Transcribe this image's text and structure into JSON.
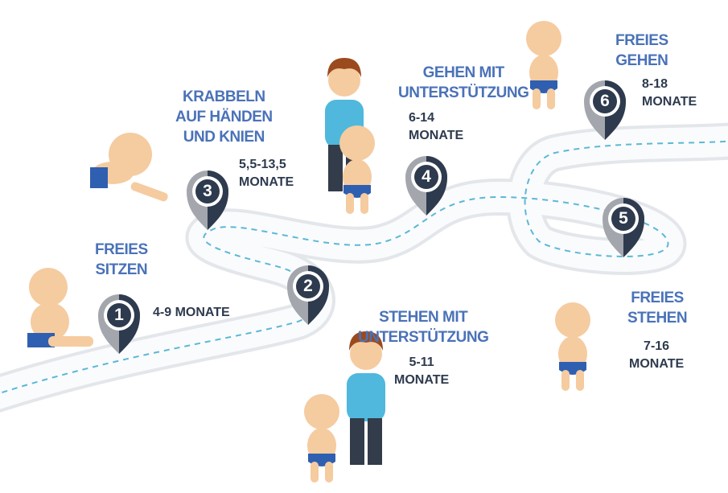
{
  "milestones": [
    {
      "number": "1",
      "title": [
        "FREIES",
        "SITZEN"
      ],
      "range": "4-9 MONATE"
    },
    {
      "number": "2",
      "title": [
        "STEHEN MIT",
        "UNTERSTÜTZUNG"
      ],
      "range": [
        "5-11",
        "MONATE"
      ]
    },
    {
      "number": "3",
      "title": [
        "KRABBELN",
        "AUF HÄNDEN",
        "UND KNIEN"
      ],
      "range": [
        "5,5-13,5",
        "MONATE"
      ]
    },
    {
      "number": "4",
      "title": [
        "GEHEN MIT",
        "UNTERSTÜTZUNG"
      ],
      "range": [
        "6-14",
        "MONATE"
      ]
    },
    {
      "number": "5",
      "title": [
        "FREIES",
        "STEHEN"
      ],
      "range": [
        "7-16",
        "MONATE"
      ]
    },
    {
      "number": "6",
      "title": [
        "FREIES",
        "GEHEN"
      ],
      "range": [
        "8-18",
        "MONATE"
      ]
    }
  ],
  "colors": {
    "title": "#4a72b8",
    "dark": "#2e3a4e",
    "pin_gray": "#a3a7ad",
    "dash": "#5bb8d6",
    "skin": "#f5cba0",
    "diaper": "#2f5fb0",
    "shirt": "#4fb8dc"
  }
}
